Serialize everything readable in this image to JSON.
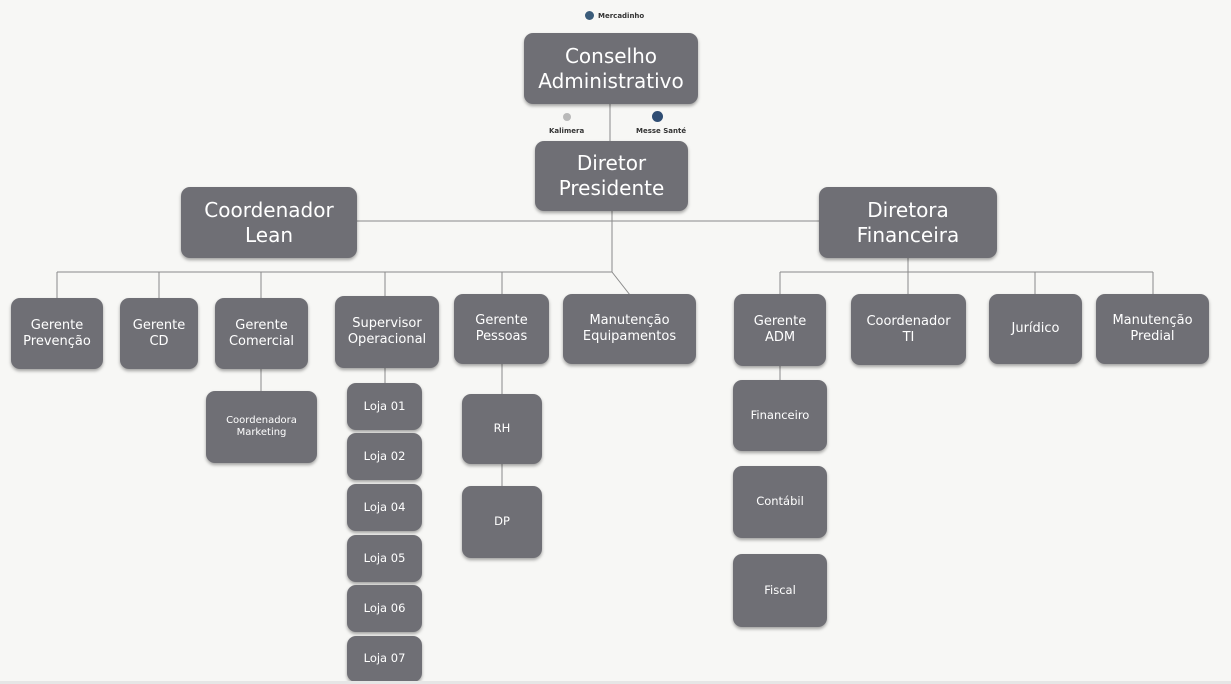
{
  "logos": {
    "top": "Mercadinho",
    "left": "Kalimera",
    "right": "Messe Santé"
  },
  "nodes": {
    "conselho": "Conselho\nAdministrativo",
    "diretor_presidente": "Diretor\nPresidente",
    "coordenador_lean": "Coordenador\nLean",
    "diretora_financeira": "Diretora\nFinanceira",
    "gerente_prevencao": "Gerente\nPrevenção",
    "gerente_cd": "Gerente\nCD",
    "gerente_comercial": "Gerente\nComercial",
    "coordenadora_marketing": "Coordenadora\nMarketing",
    "supervisor_operacional": "Supervisor\nOperacional",
    "loja_01": "Loja 01",
    "loja_02": "Loja 02",
    "loja_04": "Loja 04",
    "loja_05": "Loja 05",
    "loja_06": "Loja 06",
    "loja_07": "Loja 07",
    "gerente_pessoas": "Gerente\nPessoas",
    "rh": "RH",
    "dp": "DP",
    "manutencao_equipamentos": "Manutenção\nEquipamentos",
    "gerente_adm": "Gerente\nADM",
    "financeiro": "Financeiro",
    "contabil": "Contábil",
    "fiscal": "Fiscal",
    "coordenador_ti": "Coordenador\nTI",
    "juridico": "Jurídico",
    "manutencao_predial": "Manutenção\nPredial"
  },
  "colors": {
    "box": "#6f6f75",
    "text": "#ffffff",
    "line": "#8a8a8a",
    "background": "#f7f7f5"
  }
}
